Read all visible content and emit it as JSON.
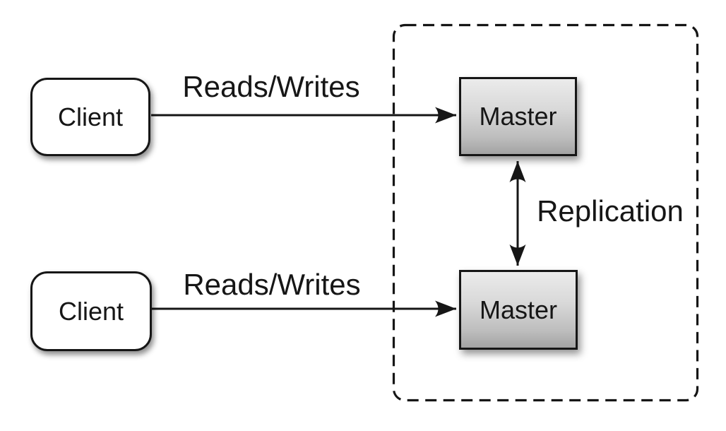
{
  "colors": {
    "bg": "#ffffff",
    "ink": "#161616",
    "master_gradient_top": "#ebebeb",
    "master_gradient_bottom": "#a3a3a3"
  },
  "nodes": {
    "client_top": {
      "label": "Client"
    },
    "client_bottom": {
      "label": "Client"
    },
    "master_top": {
      "label": "Master"
    },
    "master_bottom": {
      "label": "Master"
    }
  },
  "edges": {
    "reads_writes_top": {
      "label": "Reads/Writes"
    },
    "reads_writes_bottom": {
      "label": "Reads/Writes"
    },
    "replication": {
      "label": "Replication"
    }
  }
}
